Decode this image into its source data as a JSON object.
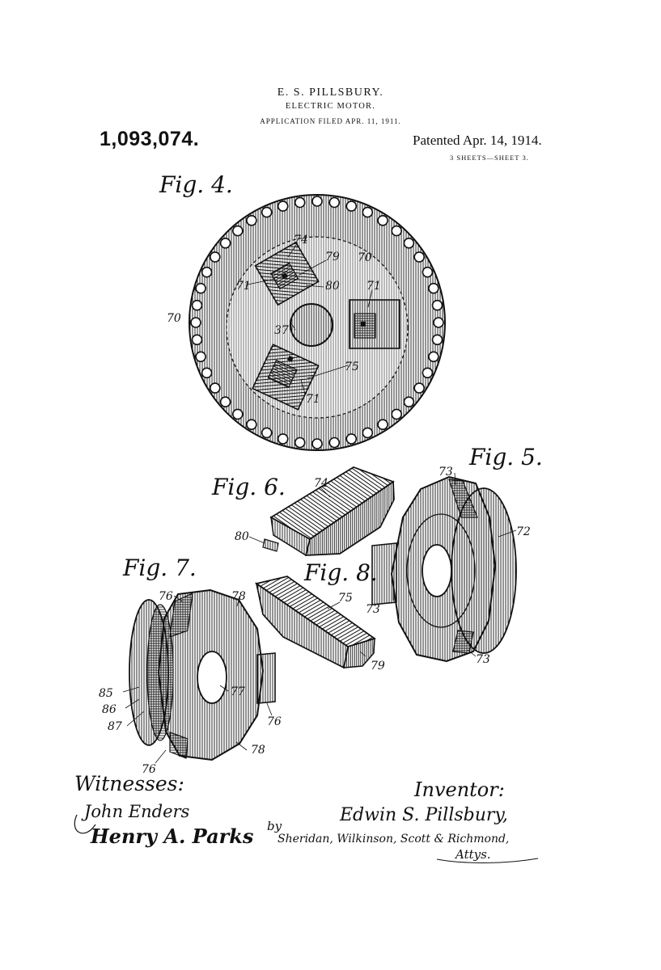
{
  "header": {
    "inventor_name": "E. S. PILLSBURY.",
    "title": "ELECTRIC MOTOR.",
    "application": "APPLICATION FILED APR. 11, 1911.",
    "patent_number": "1,093,074.",
    "patented": "Patented Apr. 14, 1914.",
    "sheets": "3 SHEETS—SHEET 3."
  },
  "figures": {
    "fig4": "Fig. 4.",
    "fig5": "Fig. 5.",
    "fig6": "Fig. 6.",
    "fig7": "Fig. 7.",
    "fig8": "Fig. 8."
  },
  "reference_numerals": {
    "fig4": [
      "74",
      "79",
      "70",
      "71",
      "80",
      "71",
      "70",
      "37",
      "75",
      "71"
    ],
    "fig5": [
      "73",
      "72",
      "73",
      "73"
    ],
    "fig6": [
      "74",
      "80"
    ],
    "fig7": [
      "76",
      "78",
      "77",
      "85",
      "86",
      "87",
      "76",
      "78",
      "76"
    ],
    "fig8": [
      "75",
      "79"
    ]
  },
  "signatures": {
    "witnesses_label": "Witnesses:",
    "witness_1": "John Enders",
    "witness_2": "Henry A. Parks",
    "inventor_label": "Inventor:",
    "inventor_signature": "Edwin S. Pillsbury,",
    "by": "by",
    "attorneys": "Sheridan, Wilkinson, Scott & Richmond,",
    "attys": "Attys."
  },
  "colors": {
    "ink": "#111111",
    "paper": "#ffffff"
  }
}
